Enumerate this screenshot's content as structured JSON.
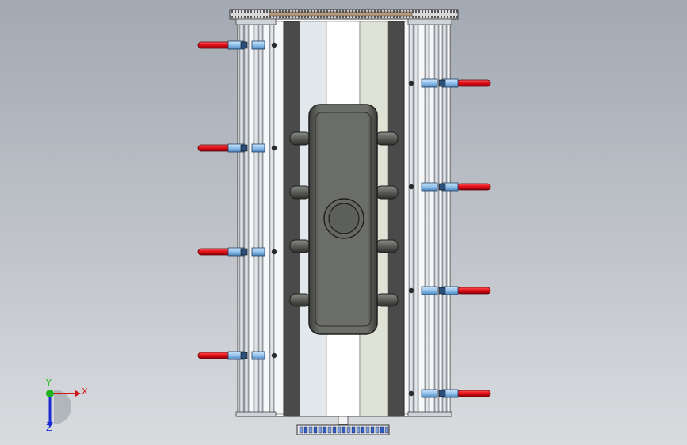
{
  "viewport": {
    "background_top": "#a3a9b2",
    "background_bottom": "#d9dcdf"
  },
  "model": {
    "frame_color": "#ffffff",
    "rod_color": "#d8dde3",
    "dark_plate_color": "#4a4a4a",
    "core_color": "#5c5e5a",
    "cylinder_color": "#e4101a",
    "clamp_color": "#8fc0ea",
    "left_cylinders": 4,
    "right_cylinders": 4,
    "side_ports_per_side": 4
  },
  "triad": {
    "x_label": "X",
    "y_label": "Y",
    "z_label": "Z",
    "x_color": "#d01818",
    "y_color": "#1db31d",
    "z_color": "#1a2ad0"
  }
}
